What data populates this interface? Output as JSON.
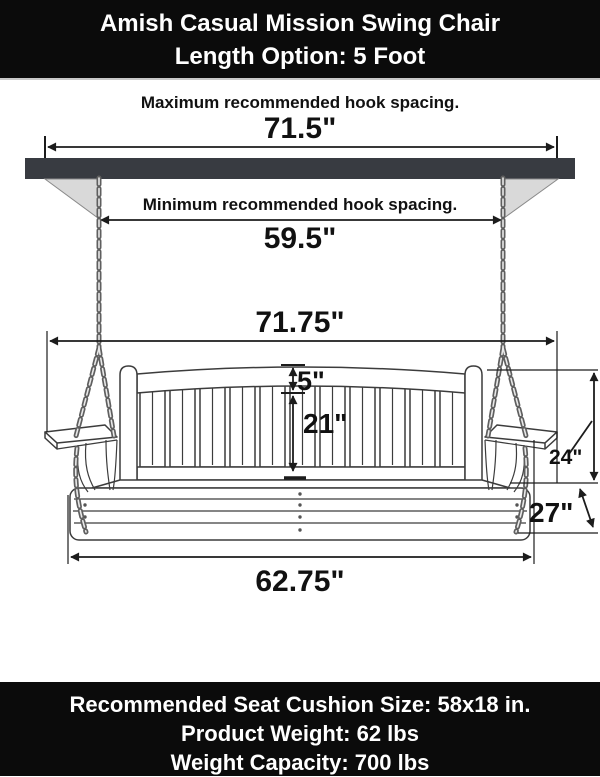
{
  "header": {
    "line1": "Amish Casual Mission Swing Chair",
    "line2": "Length Option: 5 Foot"
  },
  "dimensions": {
    "max_hook_label": "Maximum recommended hook spacing.",
    "max_hook_value": "71.5\"",
    "min_hook_label": "Minimum recommended hook spacing.",
    "min_hook_value": "59.5\"",
    "overall_width": "71.75\"",
    "top_rail_height": "5\"",
    "back_slat_height": "21\"",
    "back_height": "24\"",
    "seat_depth": "27\"",
    "base_width": "62.75\""
  },
  "footer": {
    "line1": "Recommended Seat Cushion Size: 58x18 in.",
    "line2": "Product Weight: 62 lbs",
    "line3": "Weight Capacity: 700 lbs"
  },
  "colors": {
    "banner_bg": "#0b0b0b",
    "banner_fg": "#ffffff",
    "beam": "#383b41",
    "gusset": "#d9d9d9",
    "line_art": "#3c3c3c",
    "dimension": "#1c1c1c"
  }
}
